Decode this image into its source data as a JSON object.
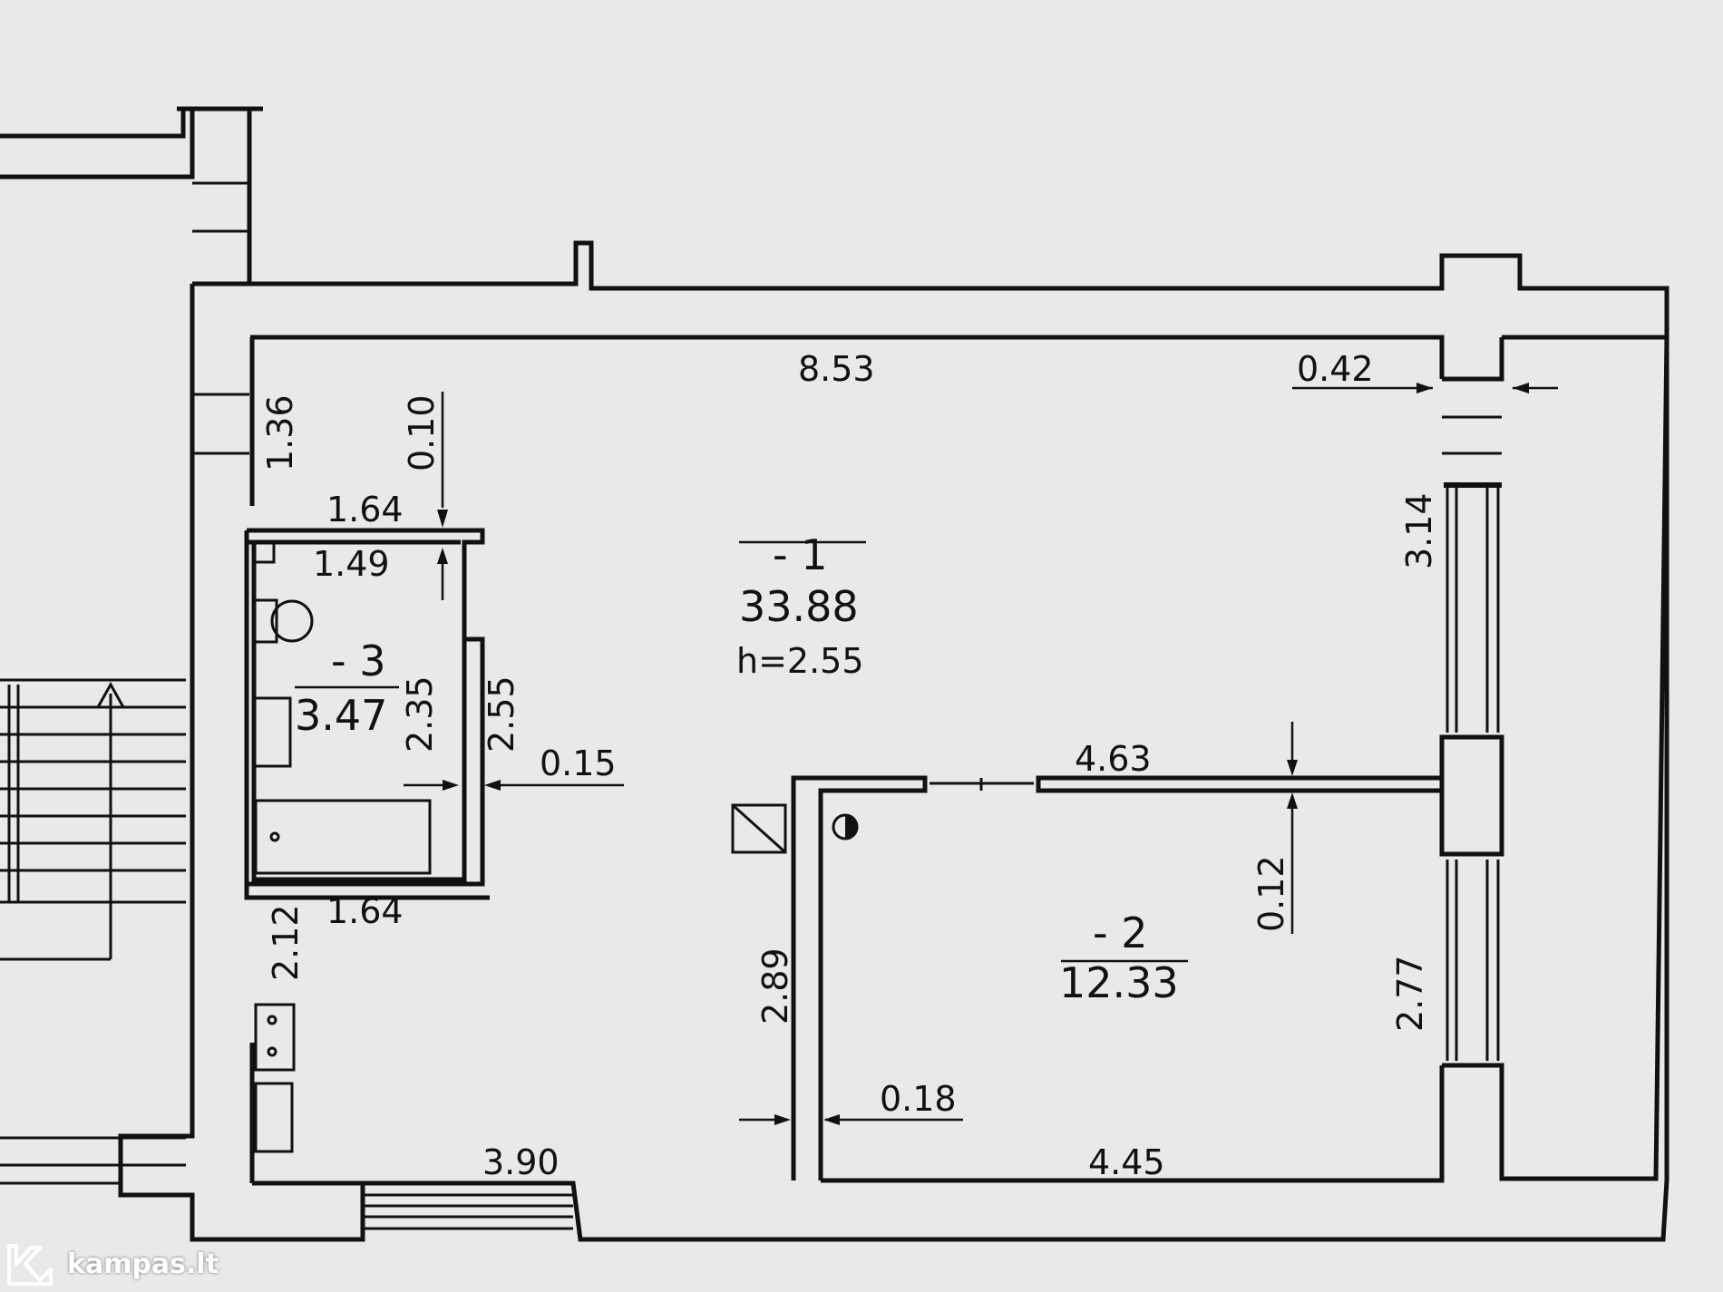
{
  "rooms": [
    {
      "id": "1",
      "number_label": "- 1",
      "area": "33.88",
      "height": "h=2.55"
    },
    {
      "id": "2",
      "number_label": "- 2",
      "area": "12.33"
    },
    {
      "id": "3",
      "number_label": "- 3",
      "area": "3.47"
    }
  ],
  "dimensions": {
    "top_wall_length": "8.53",
    "window_wall": "0.42",
    "left_corridor_height": "1.36",
    "bathroom_wall_gap": "0.10",
    "bathroom_top_outer": "1.64",
    "bathroom_top_inner": "1.49",
    "bathroom_inner_height": "2.35",
    "bathroom_outer_height": "2.55",
    "bathroom_wall_thickness": "0.15",
    "bathroom_bottom": "1.64",
    "kitchen_height": "2.12",
    "right_window_height": "3.14",
    "room2_top": "4.63",
    "room2_wall_thickness": "0.12",
    "partition_height": "2.89",
    "partition_thickness": "0.18",
    "room2_right_height": "2.77",
    "bottom_left_length": "3.90",
    "room2_bottom": "4.45"
  },
  "watermark": {
    "text": "kampas.lt",
    "icon": "house-k-logo-icon"
  },
  "colors": {
    "background": "#e9e9e7",
    "wall": "#111111",
    "watermark": "#ffffff"
  }
}
